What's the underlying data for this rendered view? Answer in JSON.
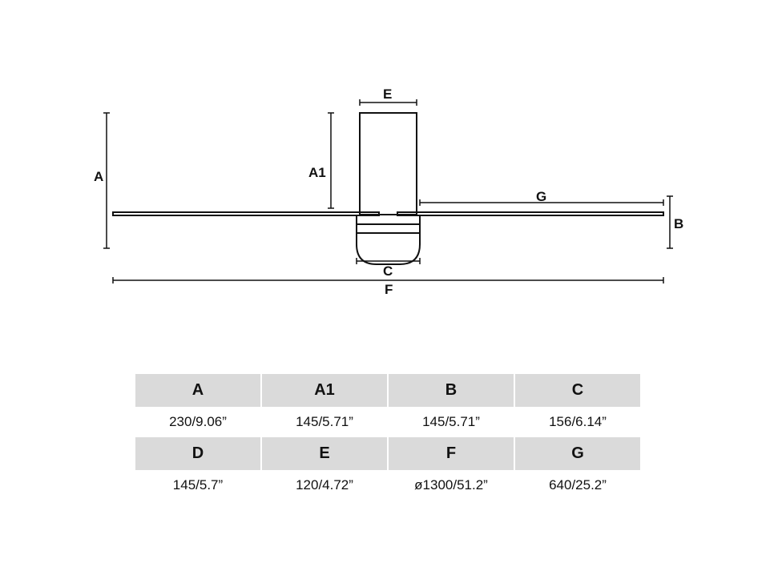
{
  "diagram_labels": {
    "A": "A",
    "A1": "A1",
    "B": "B",
    "C": "C",
    "E": "E",
    "F": "F",
    "G": "G"
  },
  "table": {
    "rows": [
      [
        {
          "label": "A",
          "value": "230/9.06”"
        },
        {
          "label": "A1",
          "value": "145/5.71”"
        },
        {
          "label": "B",
          "value": "145/5.71”"
        },
        {
          "label": "C",
          "value": "156/6.14”"
        }
      ],
      [
        {
          "label": "D",
          "value": "145/5.7”"
        },
        {
          "label": "E",
          "value": "120/4.72”"
        },
        {
          "label": "F",
          "value": "ø1300/51.2”"
        },
        {
          "label": "G",
          "value": "640/25.2”"
        }
      ]
    ]
  },
  "colors": {
    "line": "#111111",
    "header_bg": "#dadada"
  }
}
